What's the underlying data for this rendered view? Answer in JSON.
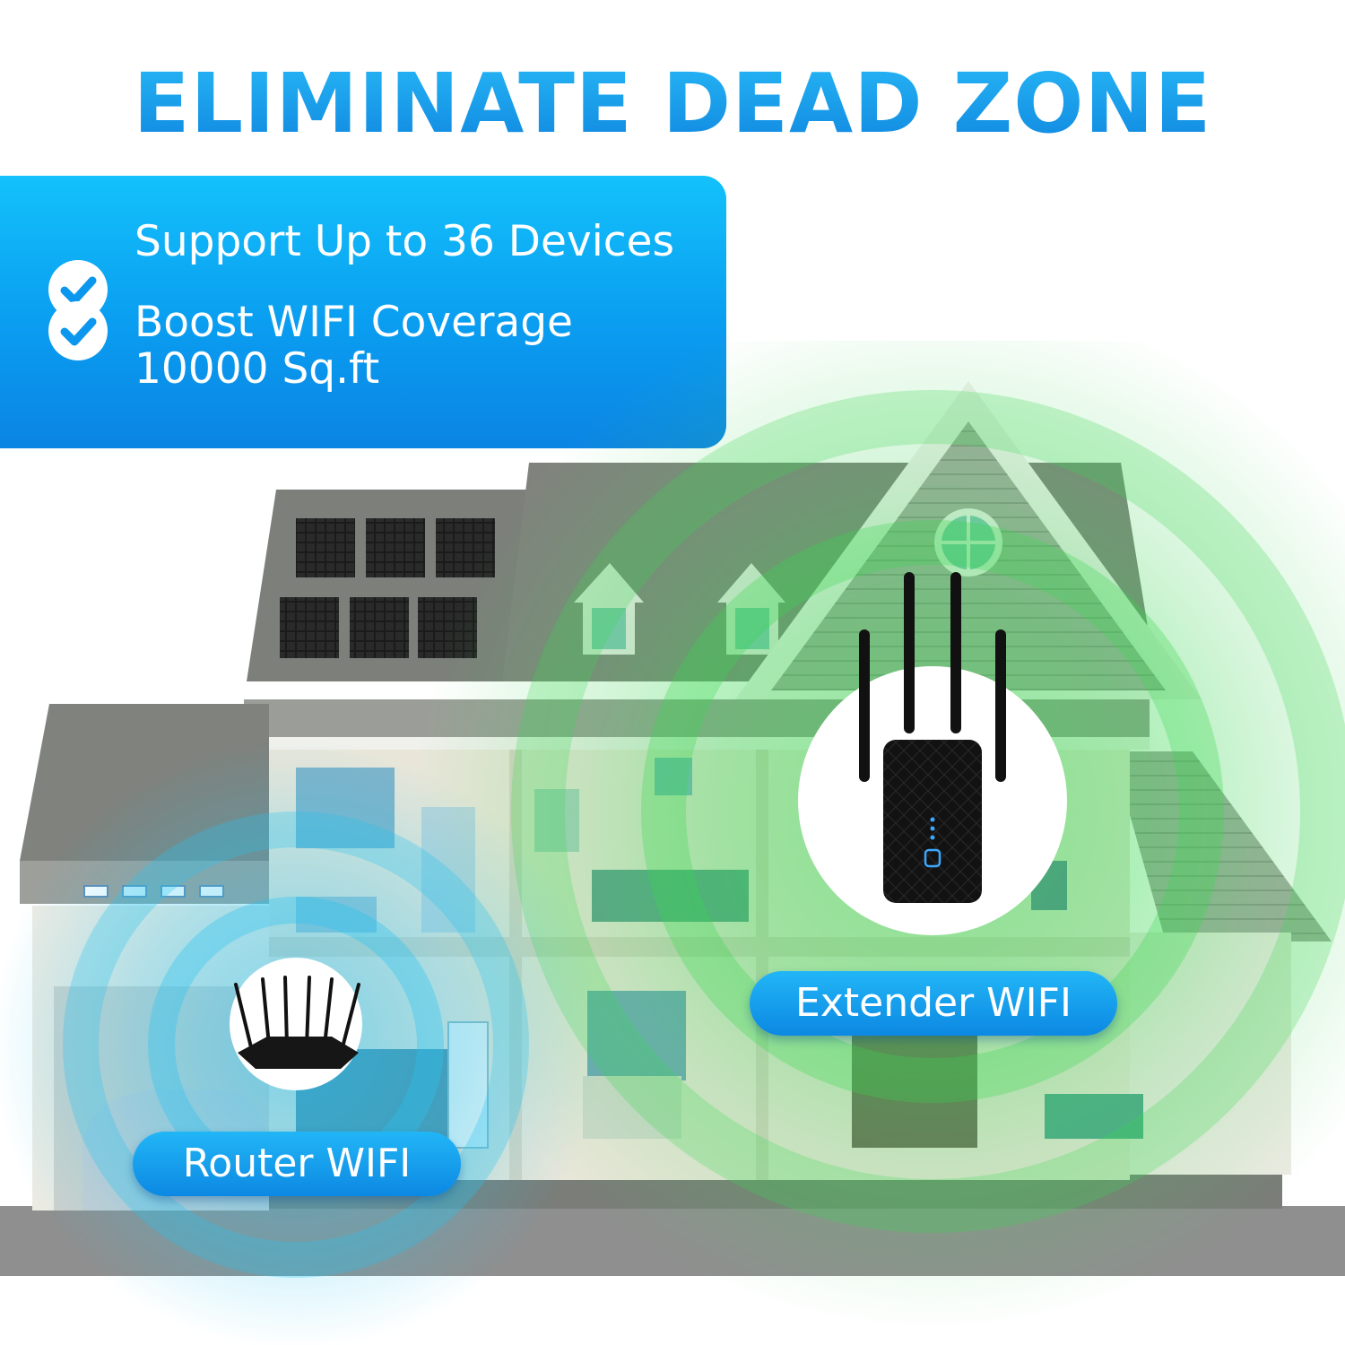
{
  "title": "ELIMINATE DEAD ZONE",
  "features": [
    {
      "icon": "check-circle-icon",
      "line1": "Support Up to 36 Devices",
      "line2": ""
    },
    {
      "icon": "check-circle-icon",
      "line1": "Boost WIFI Coverage",
      "line2": "10000 Sq.ft"
    }
  ],
  "callouts": {
    "extender": "Extender WIFI",
    "router": "Router WIFI"
  },
  "colors": {
    "title_blue": "#1aa3ec",
    "panel_blue": "#0a9df0",
    "signal_green": "#2fd84a",
    "signal_cyan": "#29c4f0",
    "device_black": "#111111",
    "led_blue": "#3aa8ff"
  }
}
